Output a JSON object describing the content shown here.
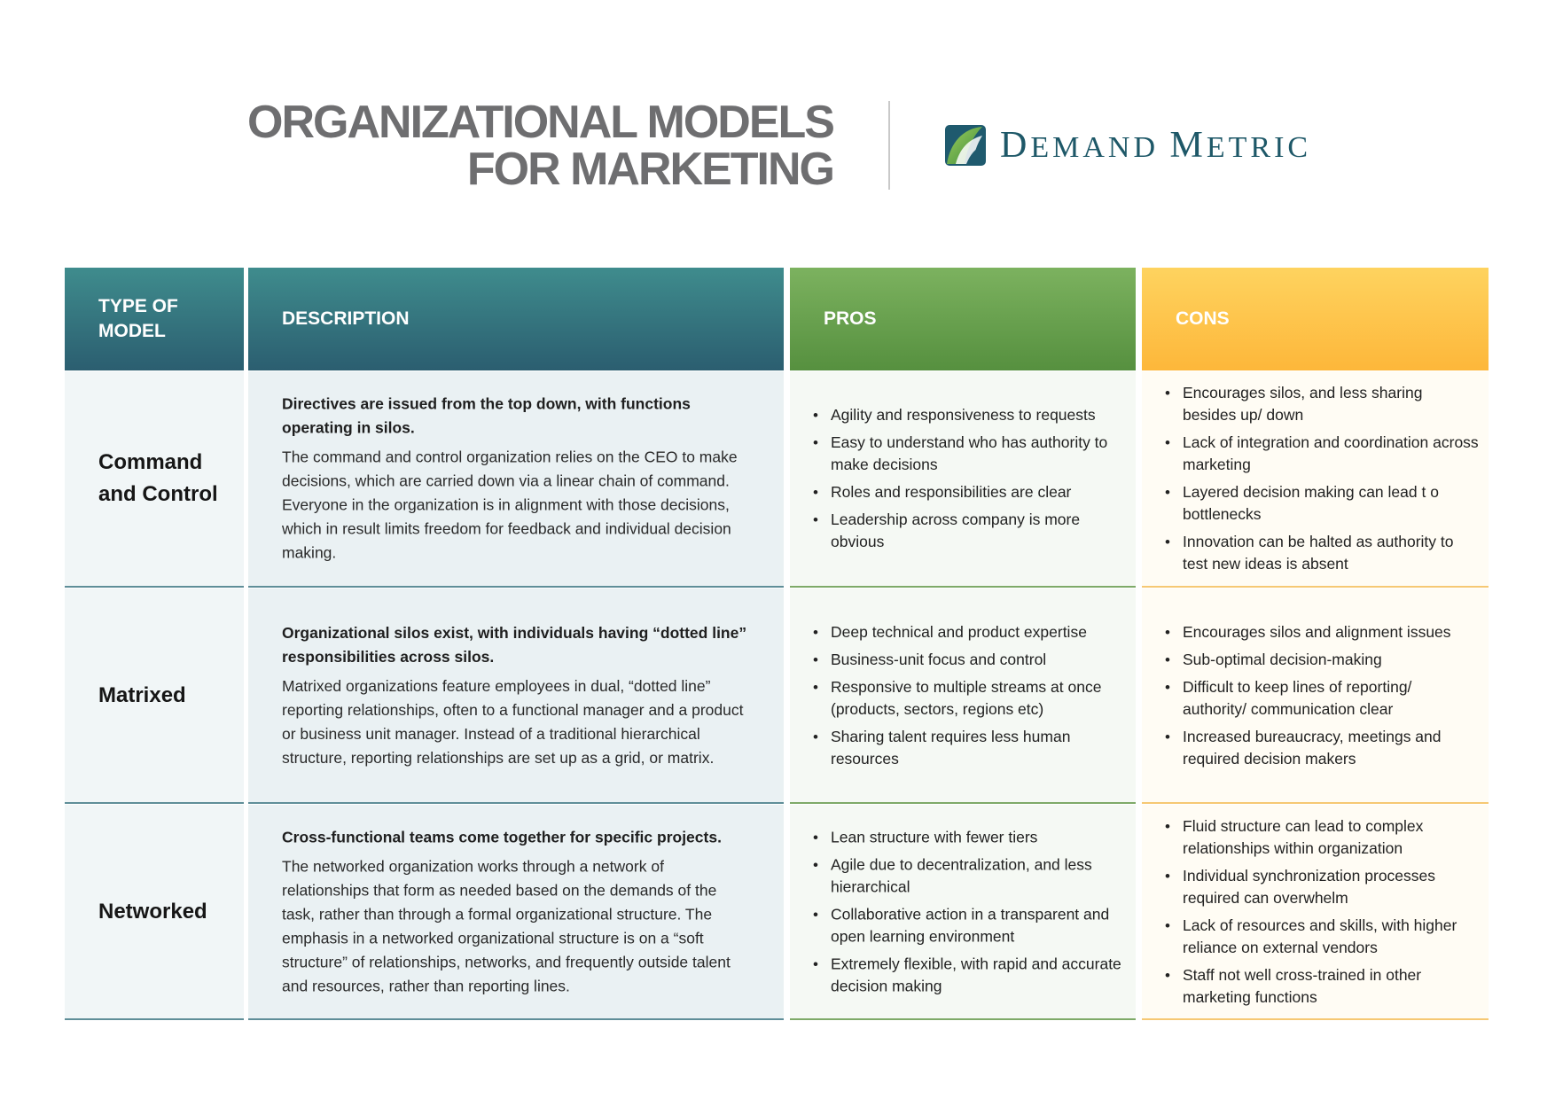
{
  "header": {
    "title_line1": "ORGANIZATIONAL MODELS",
    "title_line2": "FOR MARKETING",
    "logo_text_d": "D",
    "logo_text_emand": "EMAND",
    "logo_text_m": "M",
    "logo_text_etric": "ETRIC"
  },
  "colors": {
    "title_gray": "#6e6e70",
    "teal": "#2b5e70",
    "green": "#56903f",
    "yellow": "#fdb73a",
    "logo_text": "#1e5868"
  },
  "table": {
    "headers": {
      "type": "TYPE OF MODEL",
      "description": "DESCRIPTION",
      "pros": "PROS",
      "cons": "CONS"
    },
    "rows": [
      {
        "model": "Command and Control",
        "lead": "Directives are issued from the top down, with functions operating in silos.",
        "body": "The command and control organization relies on the CEO to make decisions, which are carried down via a linear chain of command. Everyone in the organization is in alignment with those decisions, which in result limits freedom for feedback and individual decision making.",
        "pros": [
          "Agility and responsiveness to requests",
          "Easy to understand who has authority to make decisions",
          "Roles and responsibilities are clear",
          "Leadership across company is more obvious"
        ],
        "cons": [
          "Encourages silos, and less sharing besides up/ down",
          "Lack of integration and coordination across marketing",
          "Layered decision making can lead t o bottlenecks",
          "Innovation can be halted as authority to test new ideas is absent"
        ]
      },
      {
        "model": "Matrixed",
        "lead": "Organizational silos exist, with individuals having “dotted line” responsibilities across silos.",
        "body": "Matrixed organizations feature employees in dual, “dotted line” reporting relationships, often to a functional manager and a product or business unit manager. Instead of a traditional hierarchical structure, reporting relationships are set up as a grid, or matrix.",
        "pros": [
          "Deep technical and product expertise",
          "Business-unit focus and control",
          "Responsive to multiple streams at once (products, sectors, regions etc)",
          "Sharing talent requires less human resources"
        ],
        "cons": [
          "Encourages silos and alignment issues",
          "Sub-optimal decision-making",
          "Difficult to keep lines of reporting/ authority/ communication clear",
          "Increased bureaucracy, meetings and required decision makers"
        ]
      },
      {
        "model": "Networked",
        "lead": "Cross-functional teams come together for specific projects.",
        "body": "The networked organization works through a network of relationships that form as needed based on the demands of the task, rather than through a formal organizational structure. The emphasis in a networked organizational structure is on a “soft structure” of relationships, networks, and frequently outside talent and resources, rather than reporting lines.",
        "pros": [
          "Lean structure with fewer tiers",
          "Agile due to decentralization, and less hierarchical",
          "Collaborative action in a transparent and open learning environment",
          "Extremely flexible, with rapid and accurate decision making"
        ],
        "cons": [
          "Fluid structure can lead to complex relationships within organization",
          "Individual synchronization processes required can overwhelm",
          "Lack of resources and skills, with higher reliance on external vendors",
          "Staff not well cross-trained in other marketing functions"
        ]
      }
    ]
  }
}
